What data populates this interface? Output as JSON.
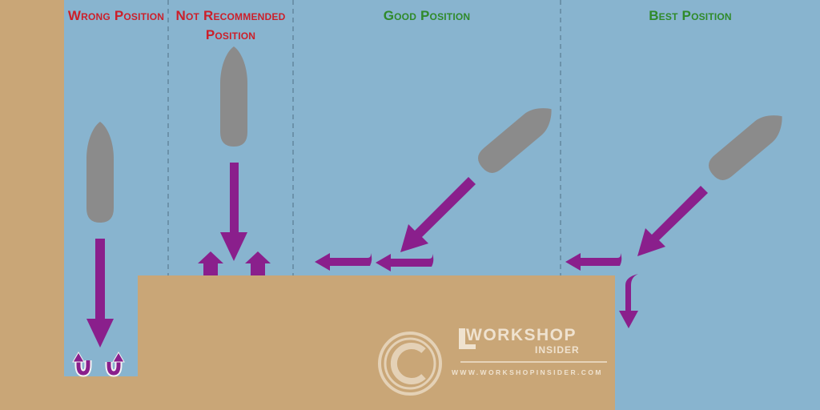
{
  "labels": {
    "wrong": "Wrong Position",
    "not_recommended_line1": "Not Recommended",
    "not_recommended_line2": "Position",
    "good": "Good Position",
    "best": "Best Position"
  },
  "watermark": {
    "brand_line1": "WORKSHOP",
    "brand_line2": "INSIDER",
    "url": "WWW.WORKSHOPINSIDER.COM"
  },
  "colors": {
    "water": "#88b4cf",
    "land": "#c9a677",
    "boat": "#8b8b8b",
    "arrow": "#8a1f8c",
    "wrong_label": "#cc1f2a",
    "good_label": "#2f8a2a"
  }
}
